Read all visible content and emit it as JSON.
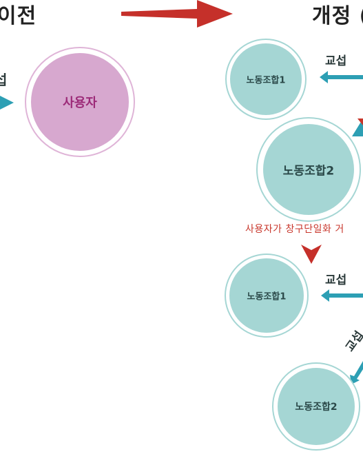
{
  "before": {
    "title": "이전",
    "edge_label": "섭",
    "employer": "사용자"
  },
  "after": {
    "title": "개정 (",
    "top": {
      "union1": "노동조합1",
      "union2": "노동조합2",
      "negotiation": "교섭"
    },
    "notice": "사용자가 창구단일화 거",
    "bottom": {
      "union1": "노동조합1",
      "union2": "노동조합2",
      "negotiation": "교섭",
      "negotiation_diag": "교섭"
    }
  },
  "colors": {
    "employer_fill": "#d7a8cf",
    "employer_text": "#9c2a78",
    "union_fill": "#a5d6d4",
    "union_text": "#2a4848",
    "arrow_teal": "#2d9fb4",
    "arrow_red": "#c8362b"
  }
}
